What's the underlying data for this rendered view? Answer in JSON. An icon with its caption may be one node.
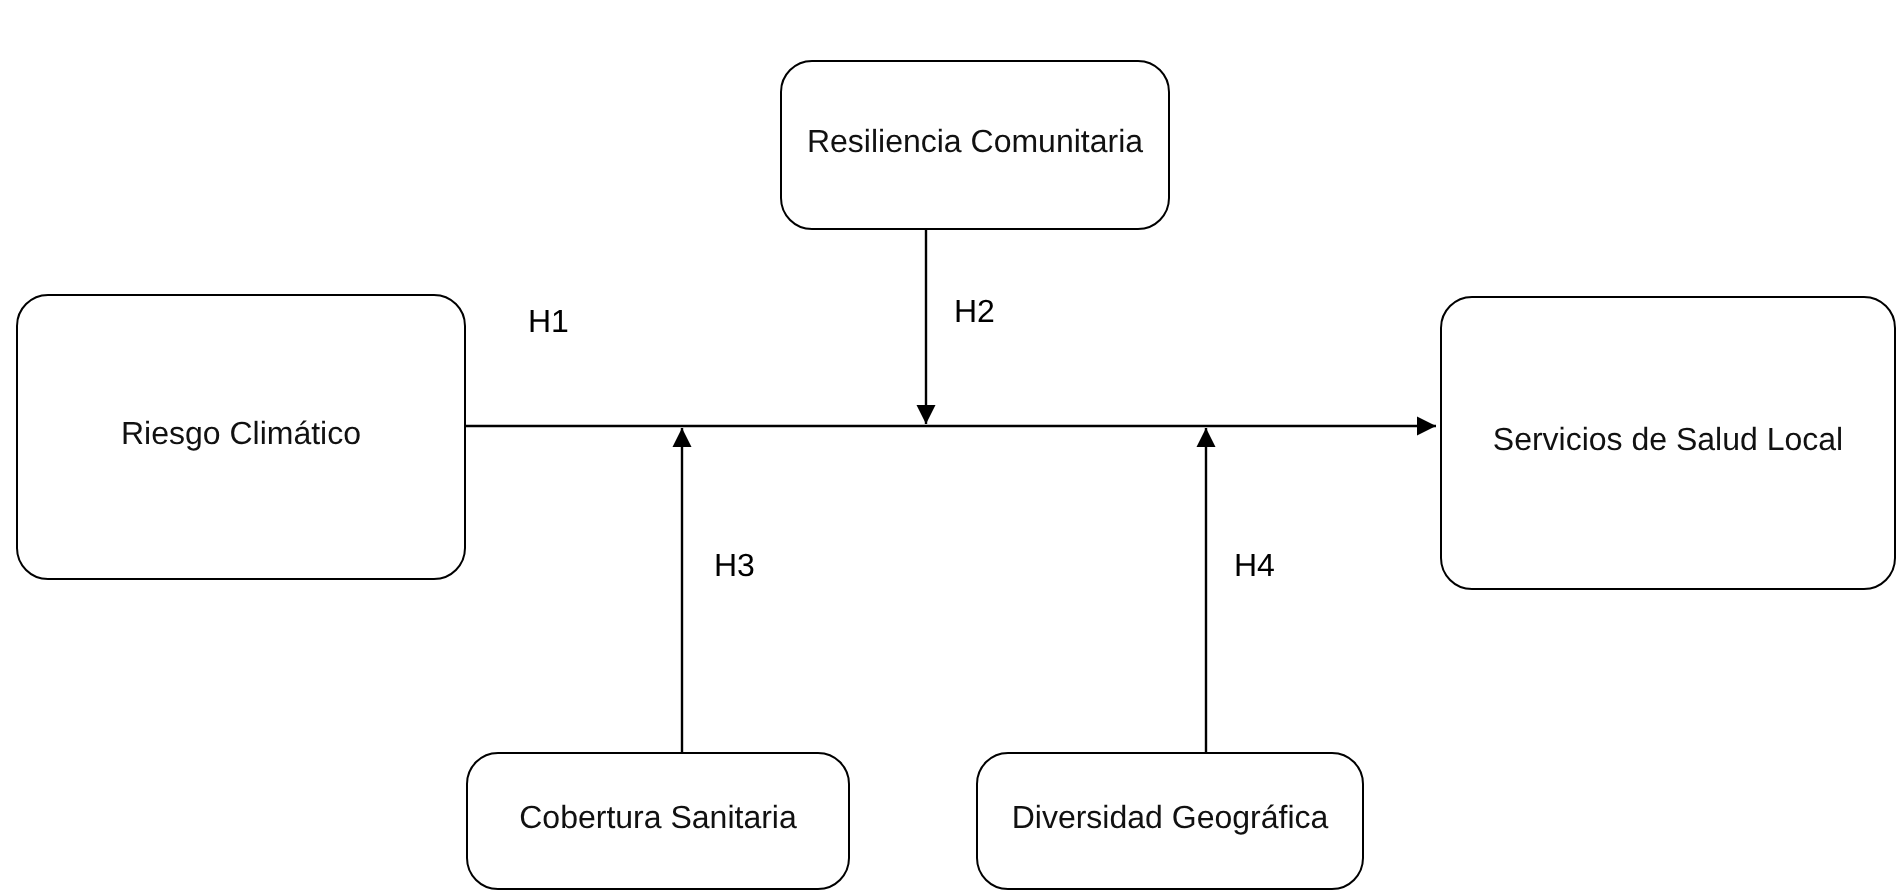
{
  "diagram": {
    "nodes": [
      {
        "text": [
          "Resiliencia Comunitaria"
        ]
      },
      {
        "text": [
          "Riesgo Climático"
        ]
      },
      {
        "text": [
          "Servicios de Salud Local"
        ]
      },
      {
        "text": [
          "Cobertura Sanitaria"
        ]
      },
      {
        "text": [
          "Diversidad Geográfica"
        ]
      }
    ],
    "edges": [
      {
        "from": 1,
        "to": 2,
        "arrow": "to",
        "label": "H1"
      },
      {
        "from": 0,
        "to": null,
        "arrow": "to",
        "label": "H2"
      },
      {
        "from": 3,
        "to": null,
        "arrow": "to",
        "label": "H3"
      },
      {
        "from": 4,
        "to": null,
        "arrow": "to",
        "label": "H4"
      }
    ]
  }
}
